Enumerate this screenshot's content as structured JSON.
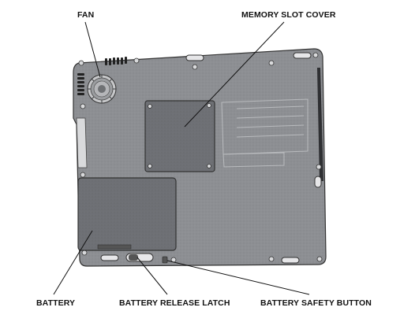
{
  "labels": {
    "fan": "FAN",
    "memory_slot_cover": "MEMORY SLOT COVER",
    "battery": "BATTERY",
    "battery_release_latch": "BATTERY RELEASE LATCH",
    "battery_safety_button": "BATTERY SAFETY BUTTON"
  }
}
